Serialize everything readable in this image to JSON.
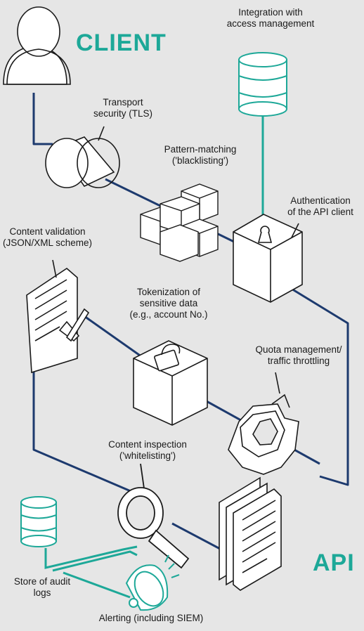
{
  "brand": {
    "teal": "#1da898",
    "navy": "#1d3a6e",
    "background": "#e6e6e6",
    "stroke": "#1a1a1a"
  },
  "title_client": "CLIENT",
  "title_api": "API",
  "labels": {
    "integration": [
      "Integration with",
      "access management"
    ],
    "transport": [
      "Transport",
      "security (TLS)"
    ],
    "pattern": [
      "Pattern-matching",
      "('blacklisting')"
    ],
    "authentication": [
      "Authentication",
      "of the API client"
    ],
    "content_validation": [
      "Content validation",
      "(JSON/XML scheme)"
    ],
    "tokenization": [
      "Tokenization of",
      "sensitive data",
      "(e.g., account No.)"
    ],
    "quota": [
      "Quota management/",
      "traffic throttling"
    ],
    "content_inspection": [
      "Content inspection",
      "('whitelisting')"
    ],
    "audit_logs": [
      "Store of audit",
      "logs"
    ],
    "alerting": [
      "Alerting (including SIEM)"
    ]
  },
  "icons": [
    "user-icon",
    "database-icon",
    "cylinder-icon",
    "cubes-icon",
    "keyhole-cube-icon",
    "document-icon",
    "lock-cube-icon",
    "gear-icon",
    "magnifier-icon",
    "documents-stack-icon",
    "alarm-bell-icon"
  ]
}
